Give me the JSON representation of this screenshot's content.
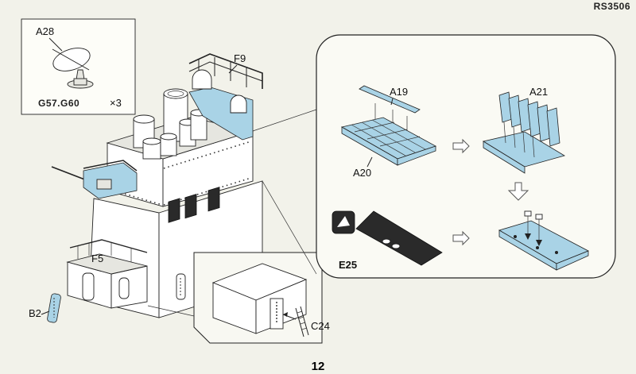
{
  "header": {
    "code": "RS3506"
  },
  "footer": {
    "page_number": "12"
  },
  "inset_top_left": {
    "part": "A28",
    "sub_parts": "G57.G60",
    "quantity": "×3"
  },
  "labels": {
    "f9": "F9",
    "f5": "F5",
    "b2": "B2",
    "c24": "C24",
    "a19": "A19",
    "a20": "A20",
    "a21": "A21",
    "e25": "E25"
  },
  "colors": {
    "etched_part": "#a9d3e6",
    "background": "#f2f2ea"
  }
}
